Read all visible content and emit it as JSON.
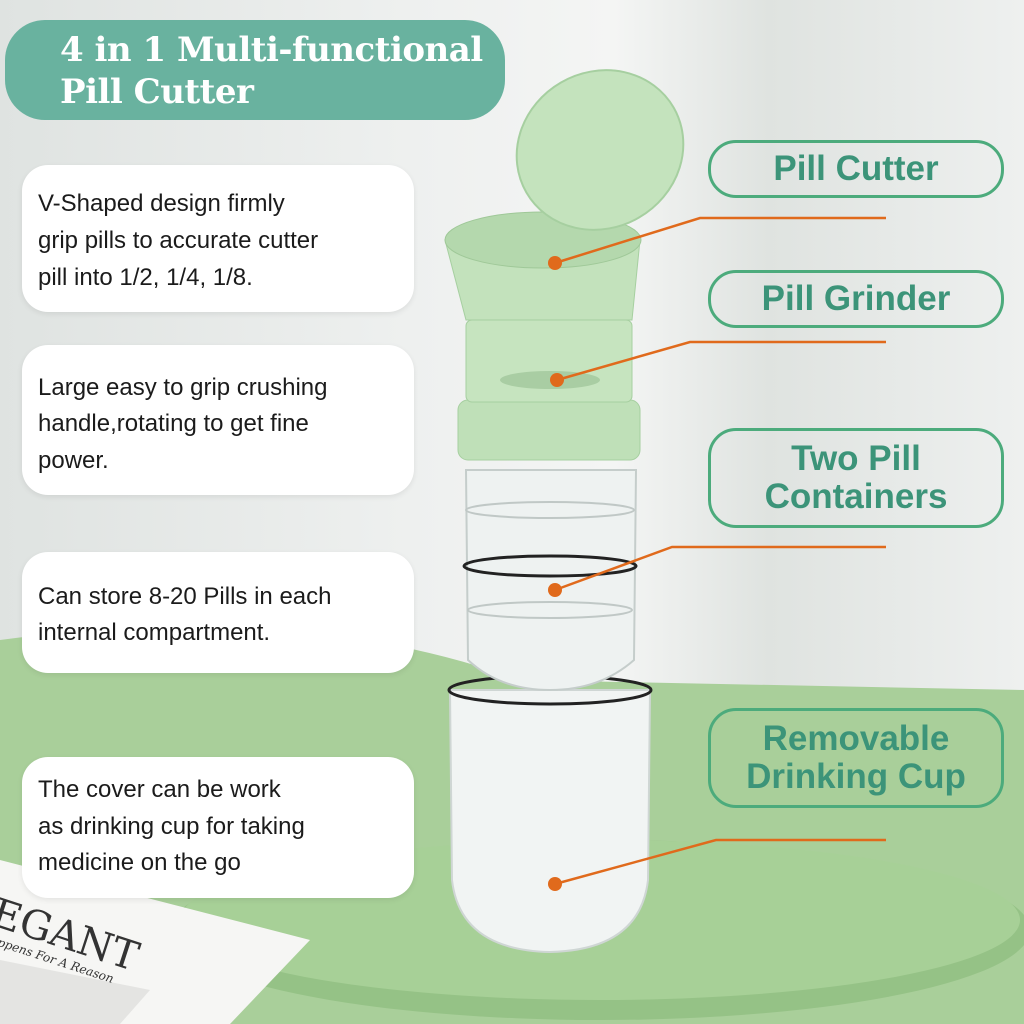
{
  "title": {
    "line1": "4 in 1 Multi-functional",
    "line2": "Pill Cutter"
  },
  "features": [
    {
      "lines": [
        "V-Shaped design firmly",
        "grip pills to accurate cutter",
        "pill into 1/2, 1/4, 1/8."
      ]
    },
    {
      "lines": [
        "Large easy to grip crushing",
        "handle,rotating to get fine",
        "power."
      ]
    },
    {
      "lines": [
        "Can store 8-20 Pills in each",
        "internal compartment."
      ]
    },
    {
      "lines": [
        "The cover can be work",
        "as drinking cup for taking",
        "medicine on the go"
      ]
    }
  ],
  "parts": [
    {
      "lines": [
        "Pill Cutter"
      ]
    },
    {
      "lines": [
        "Pill Grinder"
      ]
    },
    {
      "lines": [
        "Two Pill",
        "Containers"
      ]
    },
    {
      "lines": [
        "Removable",
        "Drinking Cup"
      ]
    }
  ],
  "book": {
    "headline": "EGANT",
    "tagline": "ppens For A Reason"
  },
  "colors": {
    "title_bg": "#69b29f",
    "label_border": "#4cab7c",
    "label_text": "#3c9479",
    "leader": "#e06a1c",
    "product_green": "#b9dcb3",
    "table_green": "#a9cf9a"
  }
}
